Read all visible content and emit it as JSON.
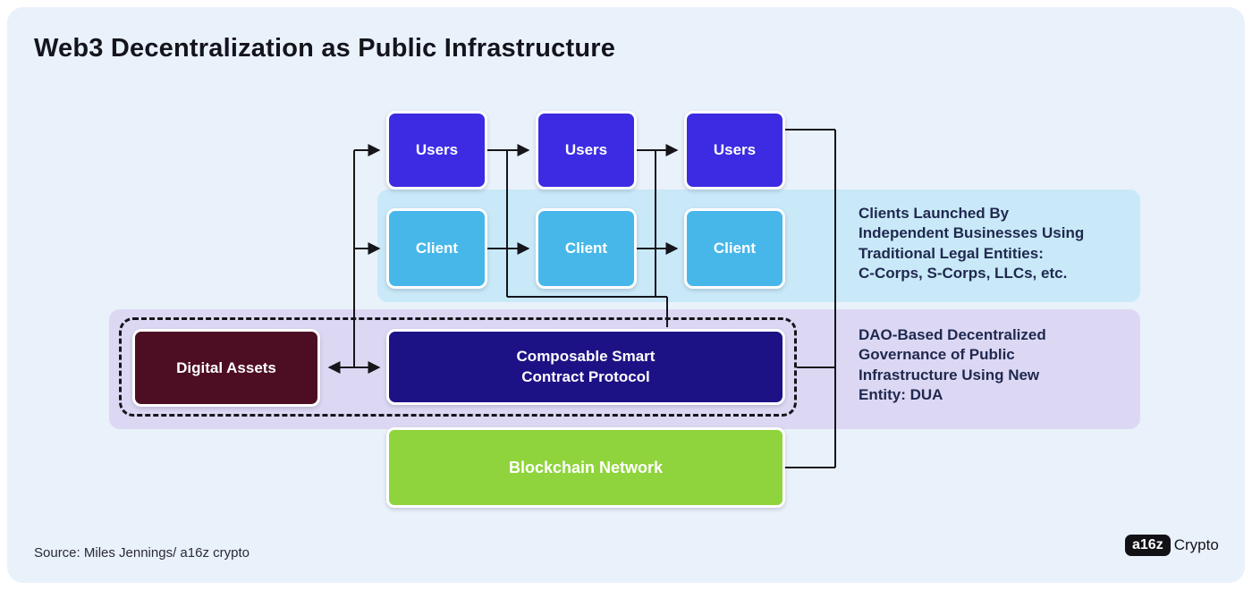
{
  "title": "Web3 Decentralization as Public Infrastructure",
  "diagram": {
    "users_label": "Users",
    "client_label": "Client",
    "clients_note": "Clients Launched By\nIndependent Businesses Using\nTraditional Legal Entities:\nC-Corps, S-Corps, LLCs, etc.",
    "digital_assets_label": "Digital Assets",
    "protocol_label": "Composable Smart\nContract Protocol",
    "dao_note": "DAO-Based Decentralized\nGovernance of Public\nInfrastructure Using New\nEntity: DUA",
    "blockchain_label": "Blockchain Network"
  },
  "footer": {
    "source": "Source:  Miles Jennings/ a16z crypto"
  },
  "logo": {
    "badge": "a16z",
    "label": "Crypto"
  },
  "colors": {
    "background": "#e9f1fa",
    "users_box": "#3c2be2",
    "client_box": "#47b7ea",
    "client_band": "#c9e9f8",
    "governance_band": "#dcd8f4",
    "digital_assets_box": "#4d0e23",
    "protocol_box": "#1d1285",
    "blockchain_box": "#8fd43c",
    "note_text": "#20294f",
    "line": "#15151a"
  }
}
